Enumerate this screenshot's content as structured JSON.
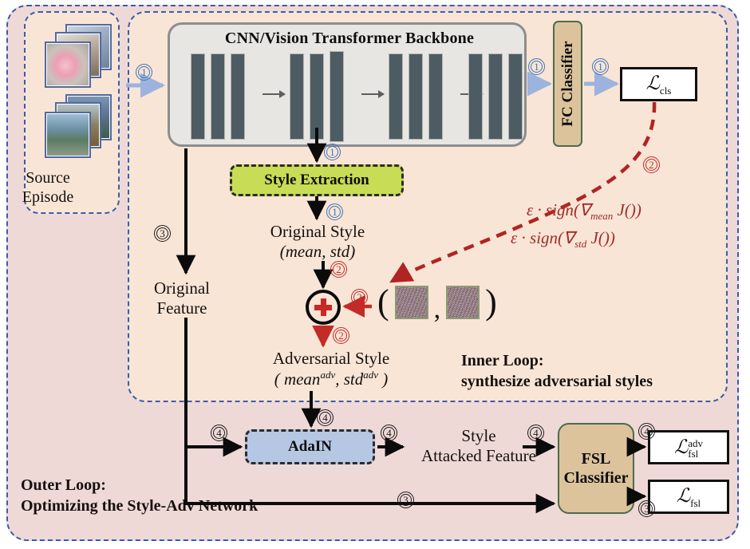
{
  "diagram": {
    "title": "Style-Adv adversarial style synthesis framework",
    "colors": {
      "outer_loop_bg": "#eed9d7",
      "inner_loop_bg": "#f8e5d6",
      "dashed_border": "#3c5ca8",
      "backbone_bg": "#e8e6e2",
      "backbone_bar": "#4d5c62",
      "style_extraction_bg": "#c8dc55",
      "classifier_bg": "#dcc39c",
      "adain_bg": "#b6c7e3",
      "step1_blue": "#3f73b8",
      "step2_red": "#c32b28",
      "step34_dark": "#1b1b1b",
      "adv_arrow_red": "#c32b28"
    }
  },
  "source_panel": {
    "label_line1": "Source",
    "label_line2": "Episode",
    "stacks": [
      {
        "name": "flower-image-stack",
        "count": 3
      },
      {
        "name": "landscape-image-stack",
        "count": 3
      }
    ]
  },
  "backbone": {
    "title": "CNN/Vision Transformer Backbone",
    "block_groups": 4,
    "bars_per_group": 3,
    "inter_group_arrows": 3
  },
  "style_extraction": {
    "label": "Style Extraction"
  },
  "fc_classifier": {
    "label": "FC Classifier"
  },
  "fsl_classifier": {
    "line1": "FSL",
    "line2": "Classifier"
  },
  "adain": {
    "label": "AdaIN"
  },
  "losses": {
    "cls": {
      "symbol": "L",
      "sub": "cls",
      "sup": ""
    },
    "fsl_adv": {
      "symbol": "L",
      "sub": "fsl",
      "sup": "adv"
    },
    "fsl": {
      "symbol": "L",
      "sub": "fsl",
      "sup": ""
    }
  },
  "labels": {
    "original_style_line1": "Original Style",
    "original_style_line2": "(mean, std)",
    "original_feature_line1": "Original",
    "original_feature_line2": "Feature",
    "adversarial_style_line1": "Adversarial Style",
    "adversarial_style_line2": "( mean",
    "adversarial_style_line2_sup1": "adv",
    "adversarial_style_line2_mid": ", std",
    "adversarial_style_line2_sup2": "adv",
    "adversarial_style_line2_end": " )",
    "style_attacked_line1": "Style",
    "style_attacked_line2": "Attacked Feature",
    "inner_loop_line1": "Inner Loop:",
    "inner_loop_line2": "synthesize adversarial styles",
    "outer_loop_line1": "Outer Loop:",
    "outer_loop_line2": "Optimizing the Style-Adv Network",
    "noise_open_paren": "(",
    "noise_comma": ",",
    "noise_close_paren": ")"
  },
  "formulas": {
    "grad_mean_prefix": "ε · sign(∇",
    "grad_mean_sub": "mean",
    "grad_mean_suffix": " J())",
    "grad_std_prefix": "ε · sign(∇",
    "grad_std_sub": "std",
    "grad_std_suffix": " J())"
  },
  "step_markers": {
    "s1": "①",
    "s2": "②",
    "s3": "③",
    "s4": "④",
    "digits": {
      "one": "1",
      "two": "2",
      "three": "3",
      "four": "4"
    }
  }
}
